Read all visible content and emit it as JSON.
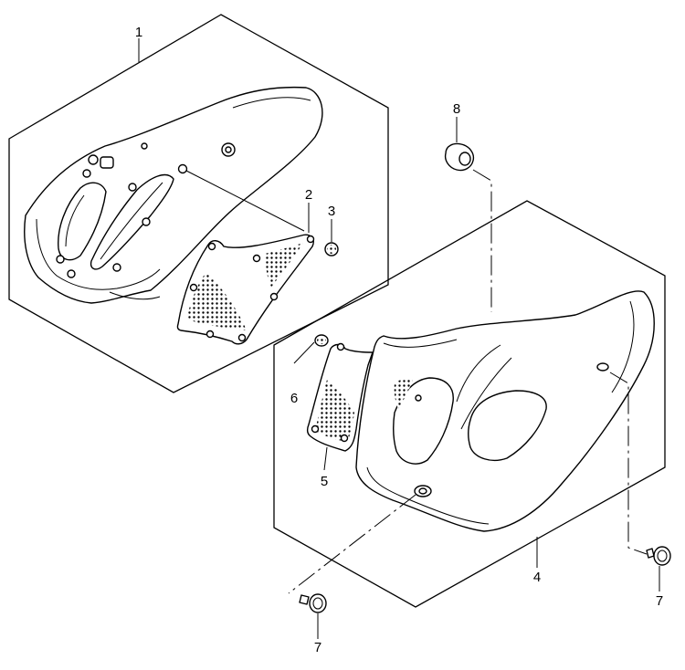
{
  "callouts": {
    "c1": "1",
    "c2": "2",
    "c3": "3",
    "c4": "4",
    "c5": "5",
    "c6": "6",
    "c7a": "7",
    "c7b": "7",
    "c8": "8"
  }
}
